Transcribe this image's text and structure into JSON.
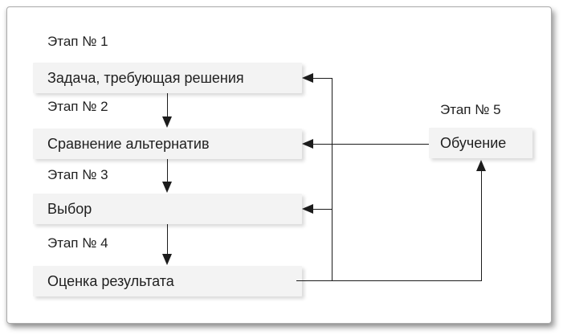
{
  "diagram": {
    "title_implicit": "Decision-making stages flow",
    "stages": [
      {
        "label": "Этап № 1",
        "box_text": "Задача, требующая решения"
      },
      {
        "label": "Этап № 2",
        "box_text": "Сравнение альтернатив"
      },
      {
        "label": "Этап № 3",
        "box_text": "Выбор"
      },
      {
        "label": "Этап № 4",
        "box_text": "Оценка результата"
      },
      {
        "label": "Этап № 5",
        "box_text": "Обучение"
      }
    ],
    "connections": [
      {
        "from": "Задача, требующая решения",
        "to": "Сравнение альтернатив",
        "type": "down-arrow"
      },
      {
        "from": "Сравнение альтернатив",
        "to": "Выбор",
        "type": "down-arrow"
      },
      {
        "from": "Выбор",
        "to": "Оценка результата",
        "type": "down-arrow"
      },
      {
        "from": "Оценка результата",
        "to": "Задача, требующая решения",
        "type": "feedback-left-arrow"
      },
      {
        "from": "Оценка результата",
        "to": "Сравнение альтернатив",
        "type": "feedback-left-arrow"
      },
      {
        "from": "Оценка результата",
        "to": "Выбор",
        "type": "feedback-left-arrow"
      },
      {
        "from": "Оценка результата",
        "to": "Обучение",
        "type": "up-arrow"
      },
      {
        "from": "Обучение",
        "to": "Сравнение альтернатив",
        "type": "left-arrow"
      }
    ],
    "colors": {
      "box_fill": "#f3f3f3",
      "text": "#1f1f1f",
      "line": "#1c1c1c",
      "card_border": "#ababab",
      "background": "#ffffff"
    }
  }
}
